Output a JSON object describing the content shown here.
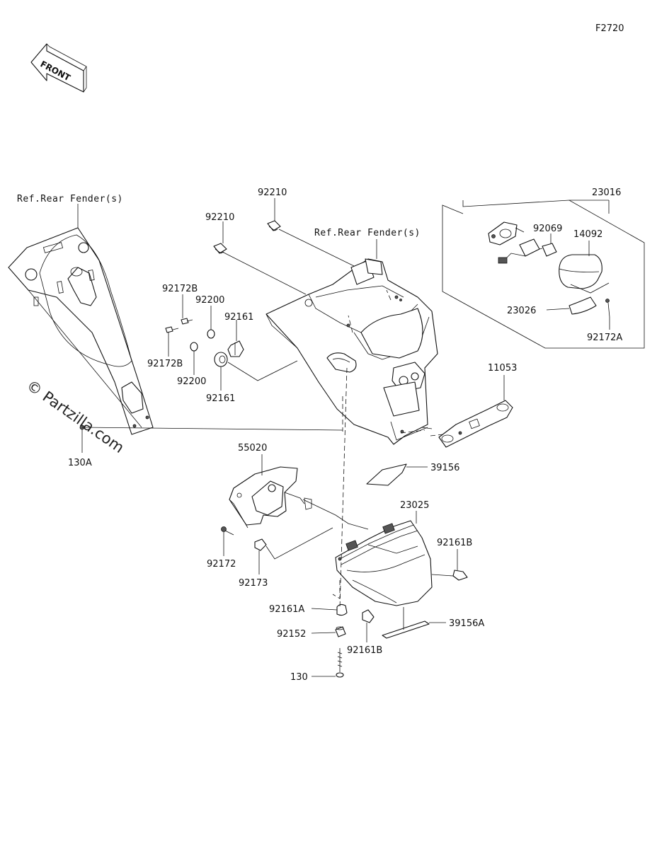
{
  "figure_code": "F2720",
  "front_label": "FRONT",
  "watermark": "© Partzilla.com",
  "parts": {
    "ref_rear_fender_left": "Ref.Rear Fender(s)",
    "ref_rear_fender_right": "Ref.Rear Fender(s)",
    "p92210_a": "92210",
    "p92210_b": "92210",
    "p23016": "23016",
    "p92069": "92069",
    "p14092": "14092",
    "p23026": "23026",
    "p92172A": "92172A",
    "p92172B_a": "92172B",
    "p92172B_b": "92172B",
    "p92200_a": "92200",
    "p92200_b": "92200",
    "p92161_a": "92161",
    "p92161_b": "92161",
    "p11053": "11053",
    "p130A": "130A",
    "p55020": "55020",
    "p39156": "39156",
    "p23025": "23025",
    "p92161B_a": "92161B",
    "p92161B_b": "92161B",
    "p92172": "92172",
    "p92173": "92173",
    "p92161A": "92161A",
    "p92152": "92152",
    "p39156A": "39156A",
    "p130": "130"
  }
}
